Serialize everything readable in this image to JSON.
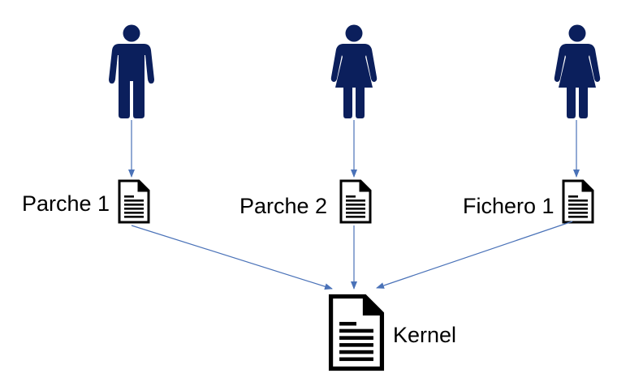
{
  "colors": {
    "person": "#0b1f5c",
    "arrow": "#4a72b8",
    "doc_stroke": "#000000",
    "background": "#ffffff"
  },
  "people": [
    {
      "icon": "man-icon"
    },
    {
      "icon": "woman-icon"
    },
    {
      "icon": "woman-icon"
    }
  ],
  "documents": [
    {
      "label": "Parche 1",
      "icon": "document-icon"
    },
    {
      "label": "Parche 2",
      "icon": "document-icon"
    },
    {
      "label": "Fichero 1",
      "icon": "document-icon"
    }
  ],
  "target": {
    "label": "Kernel",
    "icon": "document-icon"
  }
}
